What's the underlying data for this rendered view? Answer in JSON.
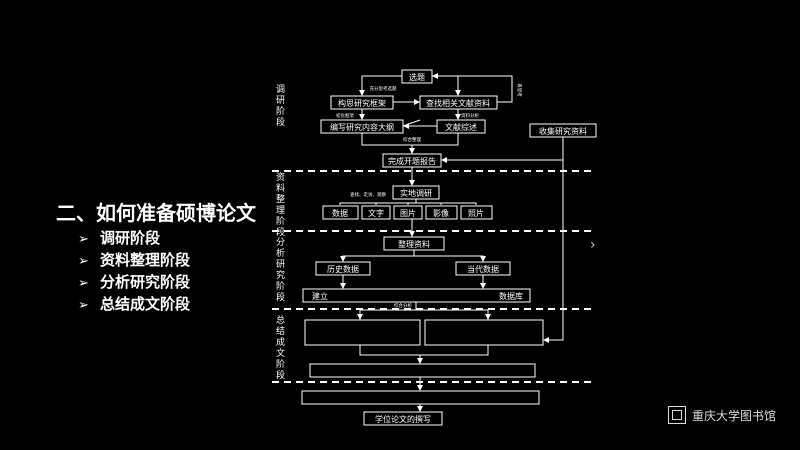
{
  "slide": {
    "heading": "二、如何准备硕博论文",
    "bullets": [
      "调研阶段",
      "资料整理阶段",
      "分析研究阶段",
      "总结成文阶段"
    ],
    "bullet_marker": "➢",
    "next_marker": "›",
    "logo_text": "重庆大学图书馆"
  },
  "diagram": {
    "stages": [
      "调研阶段",
      "资料整理阶段",
      "分析研究阶段",
      "总结成文阶段"
    ],
    "nodes": {
      "topic": "选题",
      "framework": "构思研究框架",
      "search": "查找相关文献资料",
      "outline": "编写研究内容大纲",
      "review": "文献综述",
      "collect": "收集研究资料",
      "proposal": "完成开题报告",
      "survey": "实地调研",
      "data": "数据",
      "text": "文字",
      "pictures": "图片",
      "video": "影像",
      "photos": "照片",
      "organize": "整理资料",
      "history": "历史数据",
      "contemporary": "当代数据",
      "build": "建立",
      "database": "数据库",
      "write": "学位论文的撰写"
    },
    "annotations": {
      "full_analysis": "充分思考选题",
      "back_loop": "再思考",
      "initial_frame": "初化框架",
      "analyze": "资料分析",
      "synthesize": "综合整理",
      "methods": "查找、走访、观察",
      "comprehensive": "综合分析"
    }
  }
}
